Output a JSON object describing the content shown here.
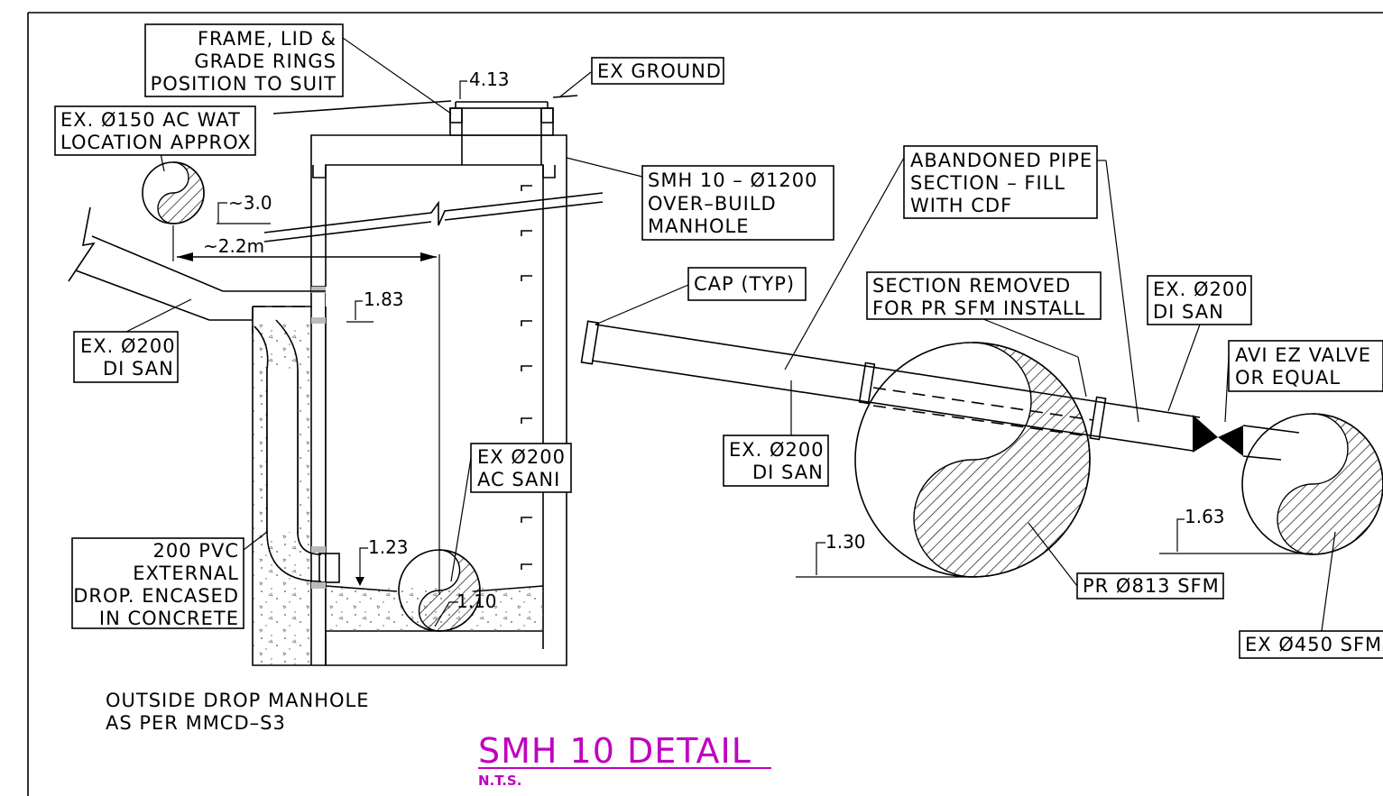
{
  "labels": {
    "frame_lid": [
      "FRAME, LID &",
      "GRADE RINGS",
      "POSITION TO SUIT"
    ],
    "ex_ground": "EX GROUND",
    "ac_wat": [
      "EX. Ø150 AC WAT",
      "LOCATION APPROX"
    ],
    "smh": [
      "SMH 10 – Ø1200",
      "OVER–BUILD",
      "MANHOLE"
    ],
    "abandoned": [
      "ABANDONED PIPE",
      "SECTION – FILL",
      "WITH CDF"
    ],
    "cap": "CAP (TYP)",
    "section_removed": [
      "SECTION REMOVED",
      "FOR PR SFM INSTALL"
    ],
    "ex200_right": [
      "EX. Ø200",
      "DI SAN"
    ],
    "avi": [
      "AVI EZ VALVE",
      "OR EQUAL"
    ],
    "ex200_left": [
      "EX. Ø200",
      "DI SAN"
    ],
    "ex200_mid": [
      "EX. Ø200",
      "DI SAN"
    ],
    "ex200_ac": [
      "EX Ø200",
      "AC SANI"
    ],
    "pvc": [
      "200 PVC",
      "EXTERNAL",
      "DROP. ENCASED",
      "IN CONCRETE"
    ],
    "pr813": "PR Ø813 SFM",
    "ex450": "EX Ø450 SFM",
    "outside_drop": [
      "OUTSIDE DROP MANHOLE",
      "AS PER MMCD–S3"
    ]
  },
  "dims": {
    "d413": "4.13",
    "d30": "~3.0",
    "d22": "~2.2m",
    "d183": "1.83",
    "d123": "1.23",
    "d110": "1.10",
    "d130": "1.30",
    "d163": "1.63"
  },
  "title": {
    "main": "SMH 10 DETAIL",
    "sub": "N.T.S."
  },
  "colors": {
    "title": "#c000c0",
    "line": "#000000",
    "background": "#ffffff"
  }
}
